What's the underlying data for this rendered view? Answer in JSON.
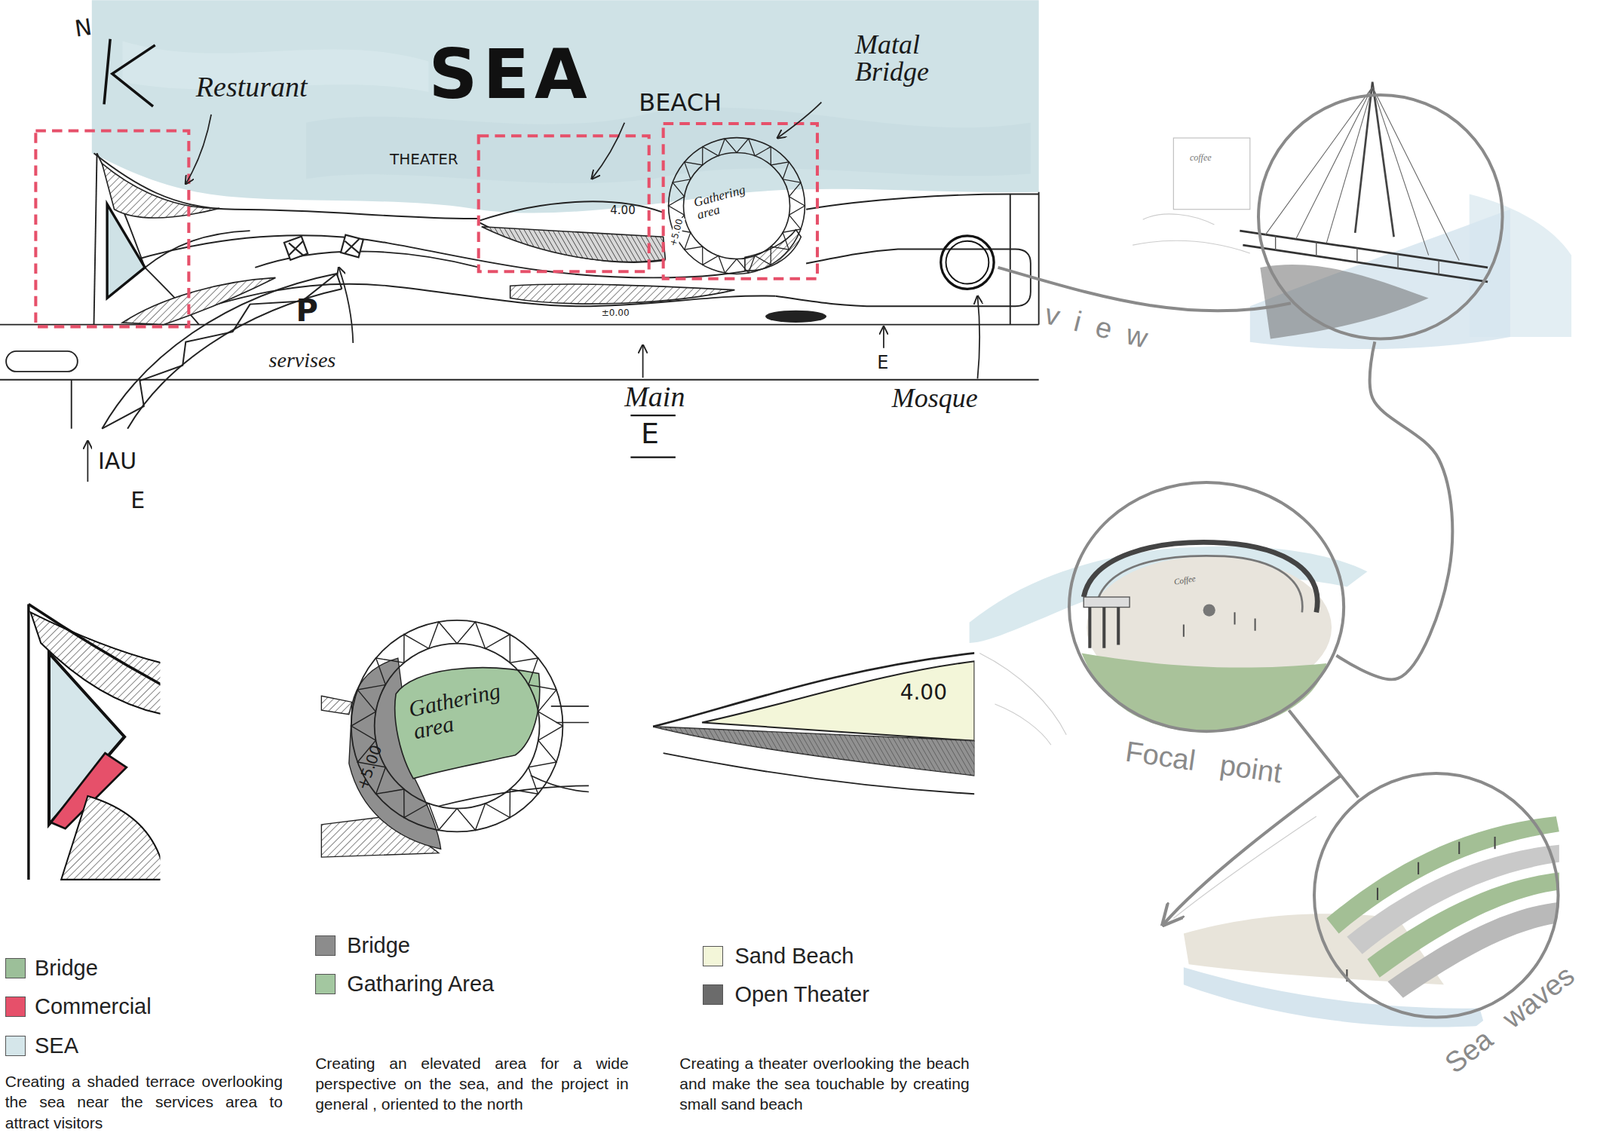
{
  "diagram": {
    "nodes": [
      {
        "text": [
          "Gathering area"
        ]
      },
      {
        "text": [
          "Gathering area"
        ]
      },
      {
        "text": [
          "view"
        ]
      },
      {
        "text": [
          "Focal point"
        ]
      },
      {
        "text": [
          "Sea waves"
        ]
      }
    ],
    "edges": [
      {
        "from": 2,
        "to": 3,
        "arrow": "none"
      },
      {
        "from": 3,
        "to": 4,
        "arrow": "none"
      }
    ],
    "labels": [
      "N",
      "SEA",
      "Resturant",
      "Matal Bridge",
      "BEACH",
      "THEATER",
      "4.00",
      "+5.00",
      "P",
      "servises",
      "±0.00",
      "Main",
      "E",
      "Mosque",
      "IAU",
      "E",
      "E",
      "coffee",
      "Coffee",
      "+5.00",
      "4.00",
      "Creating a shaded terrace overlooking the sea near the services area to attract visitors",
      "Creating an elevated area for a wide perspective on the sea, and the project in general , oriented to the north",
      "Creating a theater overlooking the beach and make the sea touchable by creating small sand beach"
    ],
    "legend": [
      {
        "text": "Bridge",
        "color": "#9cbf99"
      },
      {
        "text": "Commercial",
        "color": "#e6506a"
      },
      {
        "text": "SEA",
        "color": "#d5e6ea"
      },
      {
        "text": "Bridge",
        "color": "#8c8c8c"
      },
      {
        "text": "Gatharing Area",
        "color": "#a3c7a0"
      },
      {
        "text": "Sand Beach",
        "color": "#f3f6d9"
      },
      {
        "text": "Open Theater",
        "color": "#6b6b6b"
      }
    ]
  }
}
